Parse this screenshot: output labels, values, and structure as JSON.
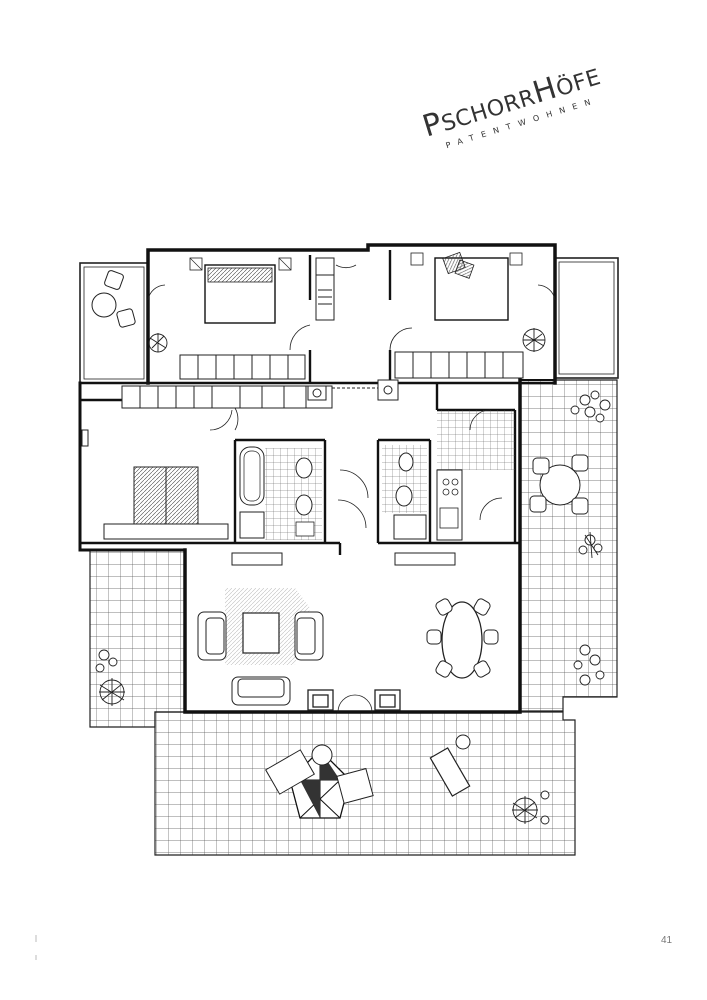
{
  "brand": {
    "name_part1": "P",
    "name_part2": "SCHORR",
    "name_part3": "H",
    "name_part4": "ÖFE",
    "subtitle": "PATENTWOHNEN"
  },
  "page_number": "41",
  "colors": {
    "ink": "#222222",
    "paper": "#ffffff"
  },
  "icons": [
    "tree-icon",
    "shrub-icon",
    "bed-icon",
    "table-icon",
    "chair-icon",
    "sofa-icon",
    "bathtub-icon",
    "toilet-icon",
    "sink-icon",
    "stove-icon",
    "desk-icon"
  ]
}
